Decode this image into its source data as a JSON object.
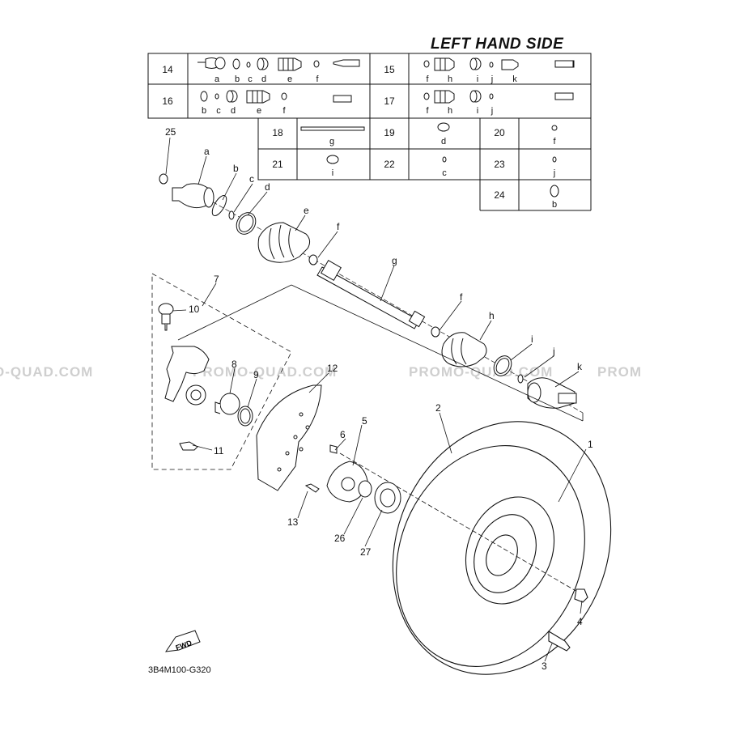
{
  "title": "LEFT HAND SIDE",
  "diagram_code": "3B4M100-G320",
  "fwd_label": "FWD",
  "watermarks": [
    "O-QUAD.COM",
    "PROMO-QUAD.COM",
    "PROMO-QUAD.COM",
    "PROM"
  ],
  "table": {
    "kits": [
      {
        "ref": "14",
        "letters": [
          "a",
          "b",
          "c",
          "d",
          "e",
          "f"
        ]
      },
      {
        "ref": "15",
        "letters": [
          "f",
          "h",
          "i",
          "j",
          "k"
        ]
      },
      {
        "ref": "16",
        "letters": [
          "b",
          "c",
          "d",
          "e",
          "f"
        ]
      },
      {
        "ref": "17",
        "letters": [
          "f",
          "h",
          "i",
          "j"
        ]
      }
    ],
    "singles": [
      {
        "ref": "18",
        "letter": "g"
      },
      {
        "ref": "19",
        "letter": "d"
      },
      {
        "ref": "20",
        "letter": "f"
      },
      {
        "ref": "21",
        "letter": "i"
      },
      {
        "ref": "22",
        "letter": "c"
      },
      {
        "ref": "23",
        "letter": "j"
      },
      {
        "ref": "24",
        "letter": "b"
      }
    ]
  },
  "callouts": {
    "numbers": [
      "1",
      "2",
      "3",
      "4",
      "5",
      "6",
      "7",
      "8",
      "9",
      "10",
      "11",
      "12",
      "13",
      "25",
      "26",
      "27"
    ],
    "letters": [
      "a",
      "b",
      "c",
      "d",
      "e",
      "f",
      "g",
      "f",
      "h",
      "i",
      "j",
      "k"
    ]
  }
}
